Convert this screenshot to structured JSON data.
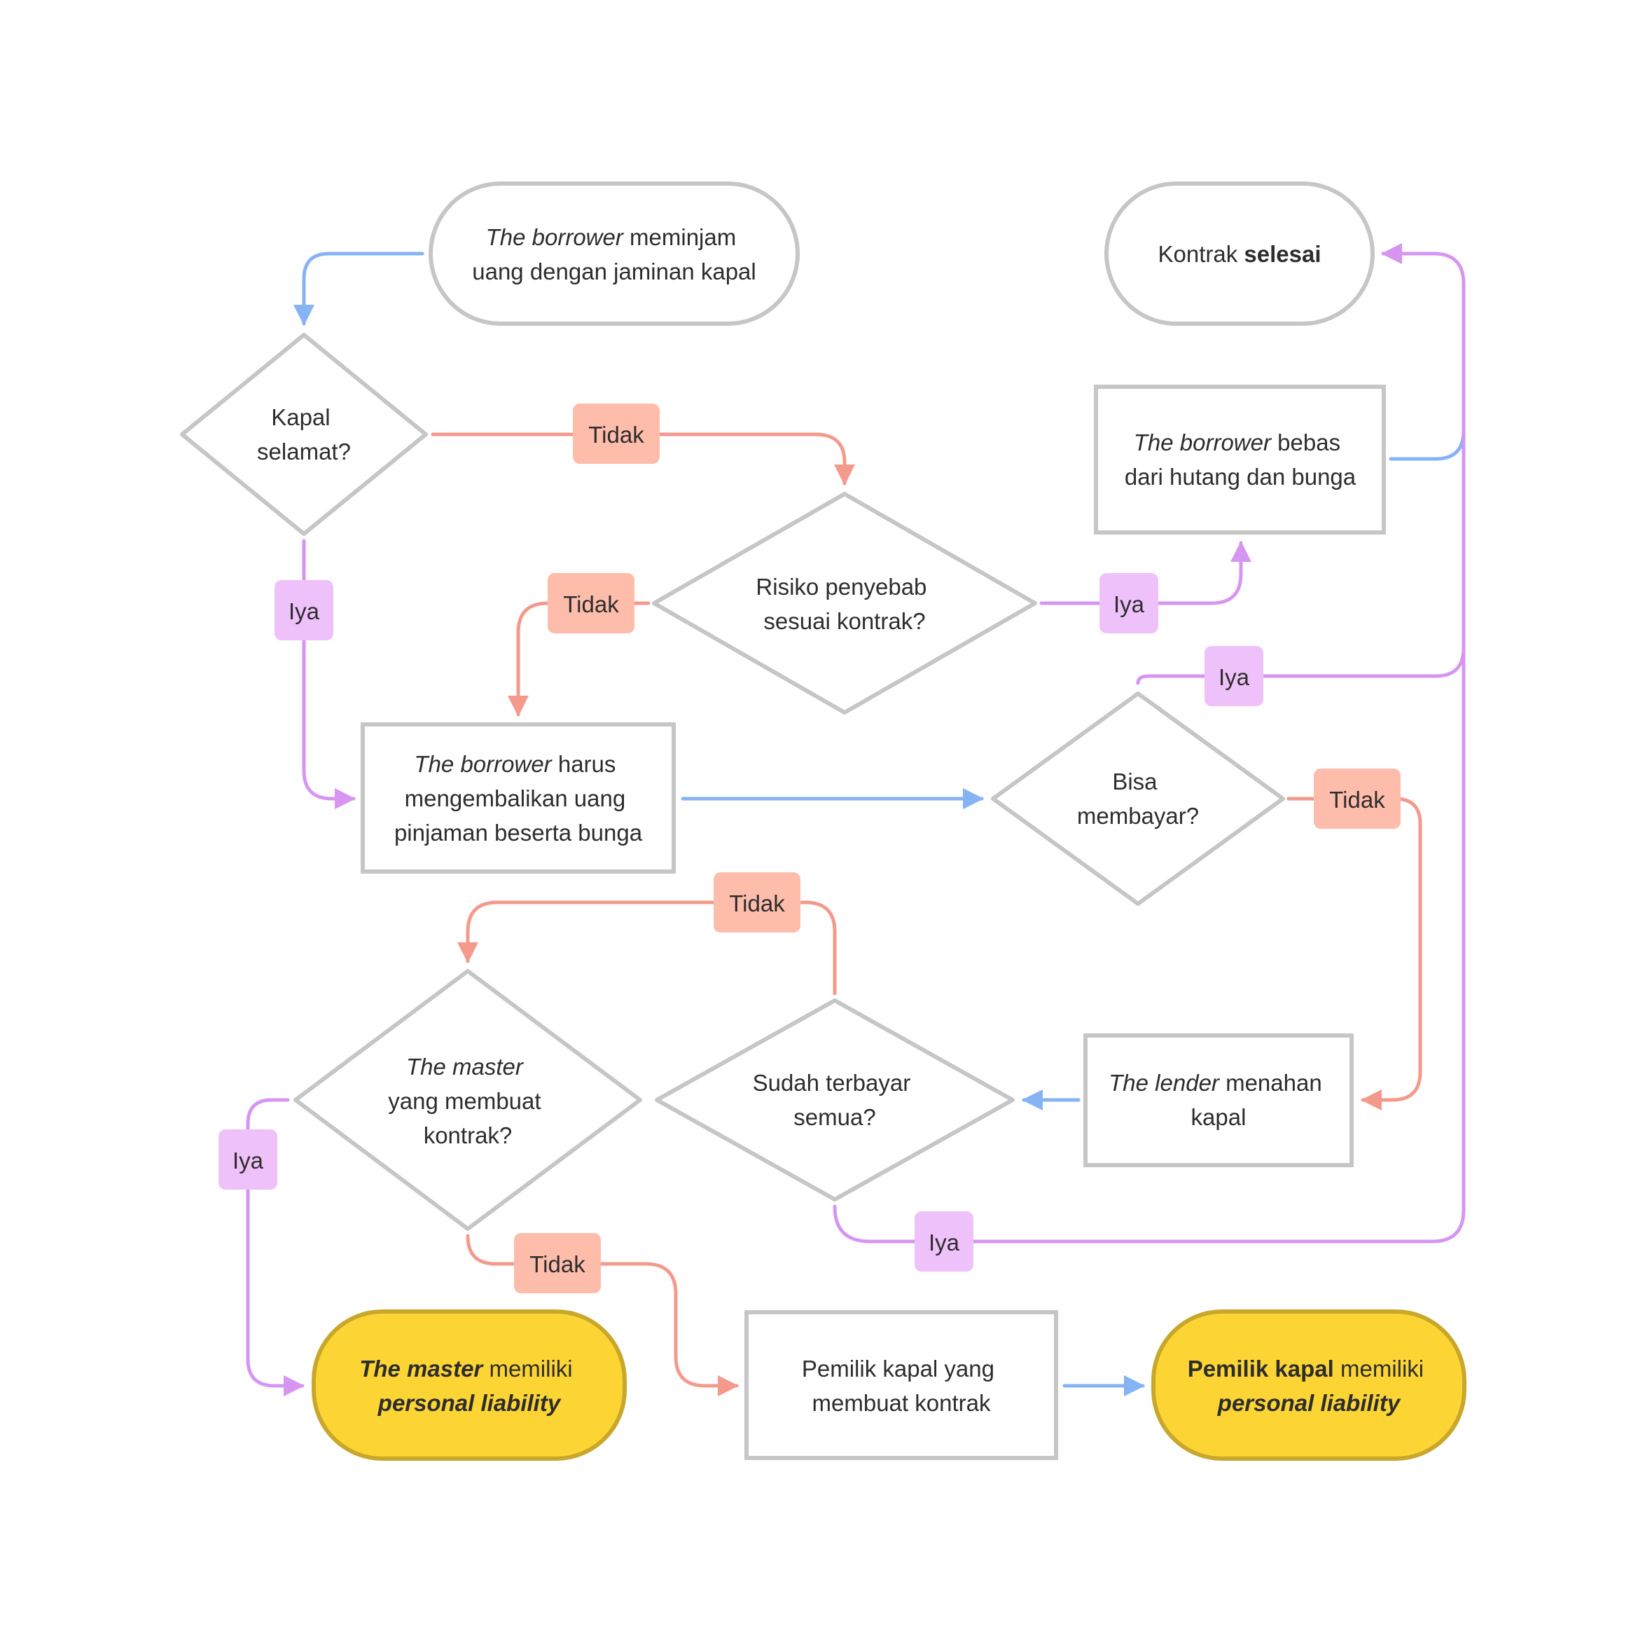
{
  "colors": {
    "node_border": "#c6c6c6",
    "node_fill": "#ffffff",
    "highlight_fill": "#fcd535",
    "highlight_border": "#c8a72a",
    "text": "#2d2d2d",
    "arrow_blue": "#86b3f4",
    "arrow_red": "#f49a8c",
    "arrow_purple": "#d795f2",
    "badge_tidak_fill": "#febcaa",
    "badge_iya_fill": "#efc1fa"
  },
  "nodes": {
    "start": {
      "line1": [
        {
          "t": "The borrower",
          "s": "it"
        },
        {
          "t": " meminjam",
          "s": ""
        }
      ],
      "line2": [
        {
          "t": "uang dengan jaminan kapal",
          "s": ""
        }
      ]
    },
    "end": {
      "line1": [
        {
          "t": "Kontrak ",
          "s": ""
        },
        {
          "t": "selesai",
          "s": "b"
        }
      ]
    },
    "kapal_selamat": {
      "line1": [
        {
          "t": "Kapal",
          "s": ""
        }
      ],
      "line2": [
        {
          "t": "selamat?",
          "s": ""
        }
      ]
    },
    "borrower_bebas": {
      "line1": [
        {
          "t": "The borrower",
          "s": "it"
        },
        {
          "t": " bebas",
          "s": ""
        }
      ],
      "line2": [
        {
          "t": "dari hutang dan bunga",
          "s": ""
        }
      ]
    },
    "risiko": {
      "line1": [
        {
          "t": "Risiko penyebab",
          "s": ""
        }
      ],
      "line2": [
        {
          "t": "sesuai kontrak?",
          "s": ""
        }
      ]
    },
    "harus_kembali": {
      "line1": [
        {
          "t": "The borrower",
          "s": "it"
        },
        {
          "t": " harus",
          "s": ""
        }
      ],
      "line2": [
        {
          "t": "mengembalikan uang",
          "s": ""
        }
      ],
      "line3": [
        {
          "t": "pinjaman beserta bunga",
          "s": ""
        }
      ]
    },
    "bisa_bayar": {
      "line1": [
        {
          "t": "Bisa",
          "s": ""
        }
      ],
      "line2": [
        {
          "t": "membayar?",
          "s": ""
        }
      ]
    },
    "master_kontrak": {
      "line1": [
        {
          "t": "The master",
          "s": "it"
        }
      ],
      "line2": [
        {
          "t": "yang membuat",
          "s": ""
        }
      ],
      "line3": [
        {
          "t": "kontrak?",
          "s": ""
        }
      ]
    },
    "sudah_bayar": {
      "line1": [
        {
          "t": "Sudah terbayar",
          "s": ""
        }
      ],
      "line2": [
        {
          "t": "semua?",
          "s": ""
        }
      ]
    },
    "lender_tahan": {
      "line1": [
        {
          "t": "The lender",
          "s": "it"
        },
        {
          "t": " menahan",
          "s": ""
        }
      ],
      "line2": [
        {
          "t": "kapal",
          "s": ""
        }
      ]
    },
    "master_liability": {
      "line1": [
        {
          "t": "The master",
          "s": "bi"
        },
        {
          "t": " memiliki",
          "s": ""
        }
      ],
      "line2": [
        {
          "t": "personal liability",
          "s": "bi"
        }
      ]
    },
    "pemilik_kontrak": {
      "line1": [
        {
          "t": "Pemilik kapal yang",
          "s": ""
        }
      ],
      "line2": [
        {
          "t": "membuat kontrak",
          "s": ""
        }
      ]
    },
    "pemilik_liability": {
      "line1": [
        {
          "t": "Pemilik kapal",
          "s": "b"
        },
        {
          "t": " memiliki",
          "s": ""
        }
      ],
      "line2": [
        {
          "t": "personal liability",
          "s": "bi"
        }
      ]
    }
  },
  "labels": {
    "tidak": "Tidak",
    "iya": "Iya"
  }
}
